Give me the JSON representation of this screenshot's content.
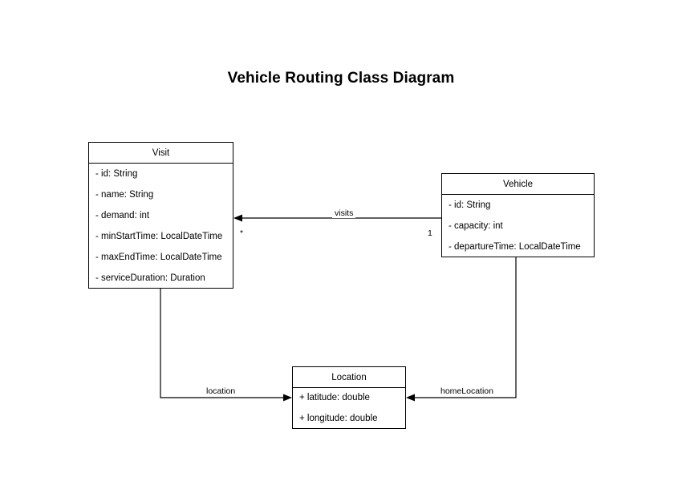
{
  "diagram": {
    "title": "Vehicle Routing Class Diagram",
    "background_color": "#ffffff",
    "stroke_color": "#000000",
    "type": "uml-class-diagram",
    "classes": [
      {
        "id": "visit",
        "name": "Visit",
        "attributes": [
          "- id: String",
          "- name: String",
          "- demand: int",
          "- minStartTime: LocalDateTime",
          "- maxEndTime: LocalDateTime",
          "- serviceDuration: Duration"
        ]
      },
      {
        "id": "vehicle",
        "name": "Vehicle",
        "attributes": [
          "- id: String",
          "- capacity: int",
          "- departureTime: LocalDateTime"
        ]
      },
      {
        "id": "location",
        "name": "Location",
        "attributes": [
          "+ latitude: double",
          "+ longitude: double"
        ]
      }
    ],
    "relationships": [
      {
        "id": "visits",
        "label": "visits",
        "from": "Vehicle",
        "to": "Visit",
        "source_multiplicity": "1",
        "target_multiplicity": "*"
      },
      {
        "id": "location",
        "label": "location",
        "from": "Visit",
        "to": "Location",
        "source_multiplicity": "",
        "target_multiplicity": ""
      },
      {
        "id": "homeLocation",
        "label": "homeLocation",
        "from": "Vehicle",
        "to": "Location",
        "source_multiplicity": "",
        "target_multiplicity": ""
      }
    ]
  }
}
